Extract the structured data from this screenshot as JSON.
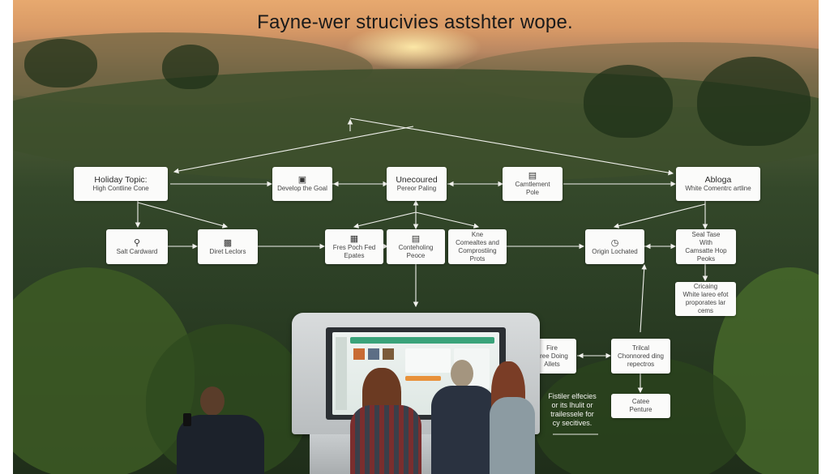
{
  "title": "Fayne-wer strucivies astshter wope.",
  "nodes": {
    "holiday_topic": {
      "line1": "Holiday Topic:",
      "line2": "High Contline Cone"
    },
    "develop_the_goal": {
      "line1": "Develop the Goal"
    },
    "unecoured": {
      "line1": "Unecoured",
      "line2": "Pereor Paling"
    },
    "camtrement": {
      "line1": "Camtlement",
      "line2": "Pole"
    },
    "ablaga": {
      "line1": "Abloga",
      "line2": "White Comentrc artline"
    },
    "salt_cardward": {
      "line1": "Salt Cardward"
    },
    "diret_leclors": {
      "line1": "Diret Leclors"
    },
    "fres_poch": {
      "line1": "Fres Poch Fed",
      "line2": "Epates"
    },
    "conteholing": {
      "line1": "Conteholing",
      "line2": "Peoce"
    },
    "kne": {
      "line1": "Kne",
      "line2": "Comealtes and",
      "line3": "Comprostiing",
      "line4": "Prots"
    },
    "origin_lochated": {
      "line1": "Origin Lochated"
    },
    "seal_tase": {
      "line1": "Seal Tase",
      "line2": "With",
      "line3": "Camsatte Hop",
      "line4": "Peoks"
    },
    "cricaing": {
      "line1": "Cricaing",
      "line2": "White lareo efot",
      "line3": "proporates lar",
      "line4": "cems"
    },
    "fire": {
      "line1": "Fire",
      "line2": "Free Doing",
      "line3": "Allets"
    },
    "trilcal": {
      "line1": "Trilcal",
      "line2": "Chonnored ding",
      "line3": "repectros"
    },
    "catee": {
      "line1": "Catee",
      "line2": "Penture"
    }
  },
  "side_note": {
    "line1": "Fistiler elfecies",
    "line2": "or its lhulit or",
    "line3": "trailessele for",
    "line4": "cy secitives."
  },
  "icons": [
    "search-icon",
    "document-icon",
    "grid-icon",
    "clipboard-icon",
    "clock-icon",
    "goal-icon",
    "database-icon"
  ],
  "colors": {
    "node_bg": "#fbfbfa",
    "node_text": "#2a2a2a",
    "link": "#f0f0ec",
    "sky": "#e7a96f",
    "forest": "#2c3f25"
  }
}
